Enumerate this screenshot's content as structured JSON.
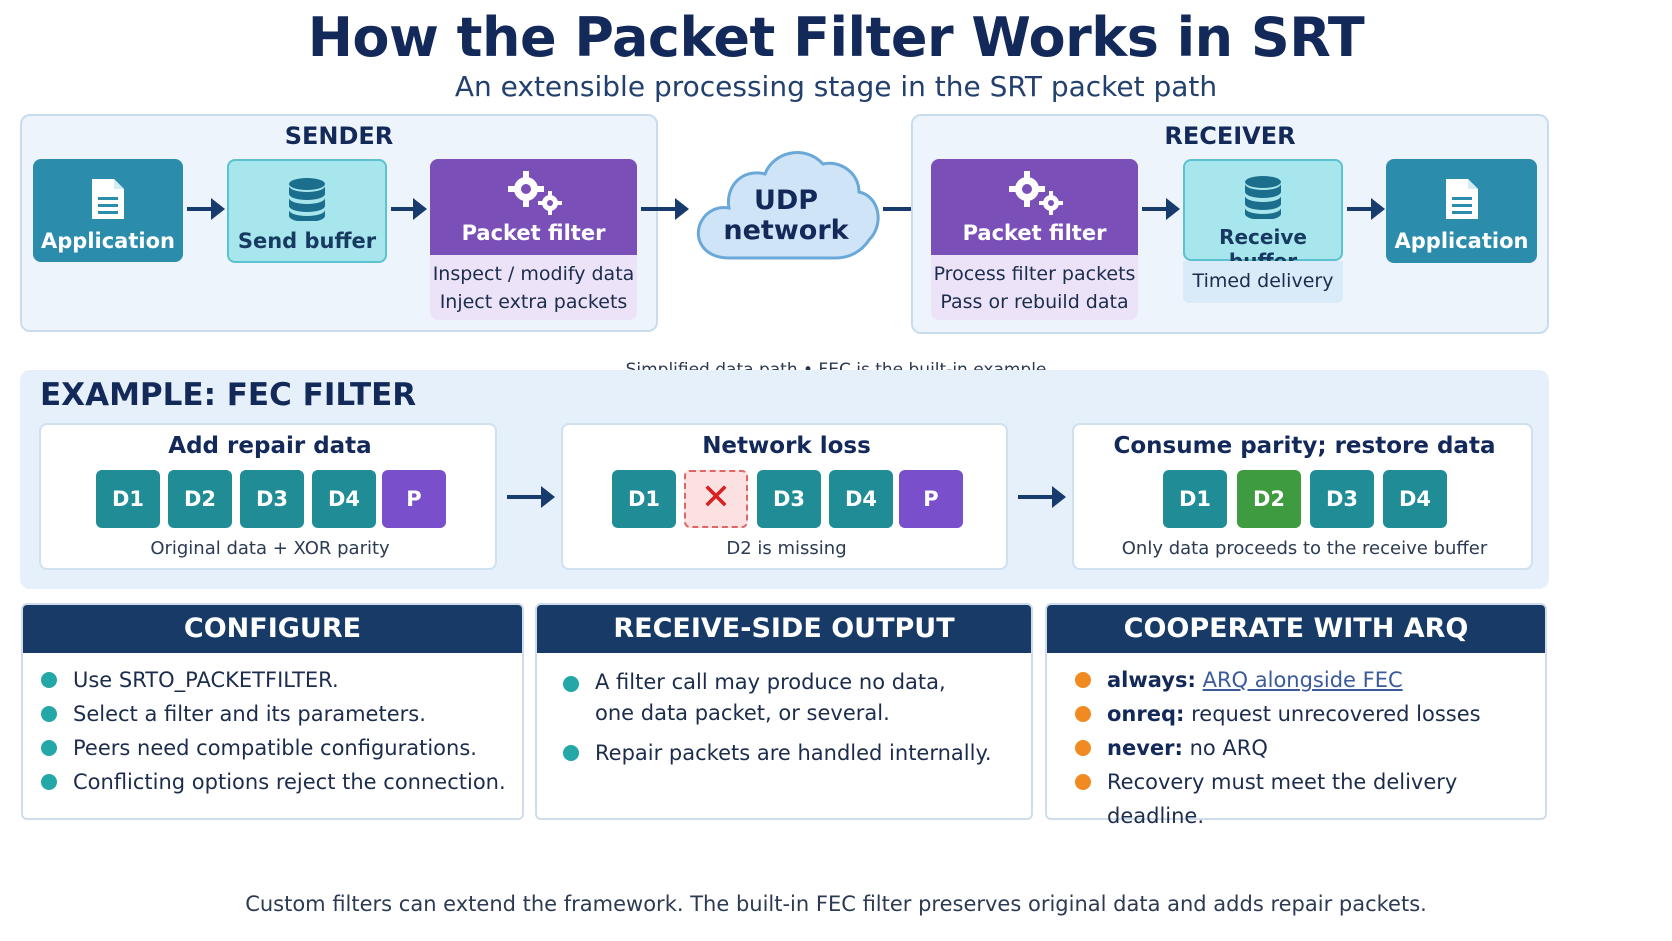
{
  "title": "How the Packet Filter Works in SRT",
  "subtitle": "An extensible processing stage in the SRT packet path",
  "sender": {
    "title": "SENDER",
    "application": "Application",
    "send_buffer": "Send buffer",
    "packet_filter": "Packet filter",
    "filter_line1": "Inspect / modify data",
    "filter_line2": "Inject extra packets"
  },
  "network": {
    "line1": "UDP",
    "line2": "network"
  },
  "receiver": {
    "title": "RECEIVER",
    "packet_filter": "Packet filter",
    "filter_line1": "Process filter packets",
    "filter_line2": "Pass or rebuild data",
    "receive_buffer": "Receive buffer",
    "buffer_sub": "Timed delivery",
    "application": "Application"
  },
  "caption": "Simplified data path • FEC is the built-in example",
  "example": {
    "title": "EXAMPLE: FEC FILTER",
    "cards": [
      {
        "title": "Add repair data",
        "packets": [
          "D1",
          "D2",
          "D3",
          "D4",
          "P"
        ],
        "caption": "Original data + XOR parity"
      },
      {
        "title": "Network loss",
        "packets": [
          "D1",
          "✕",
          "D3",
          "D4",
          "P"
        ],
        "caption": "D2 is missing"
      },
      {
        "title": "Consume parity; restore data",
        "packets": [
          "D1",
          "D2",
          "D3",
          "D4"
        ],
        "caption": "Only data proceeds to the receive buffer"
      }
    ]
  },
  "configure": {
    "title": "CONFIGURE",
    "items": [
      "Use SRTO_PACKETFILTER.",
      "Select a filter and its parameters.",
      "Peers need compatible configurations.",
      "Conflicting options reject the connection."
    ]
  },
  "receive_output": {
    "title": "RECEIVE-SIDE OUTPUT",
    "item1_line1": "A filter call may produce no data,",
    "item1_line2": "one data packet, or several.",
    "item2": "Repair packets are handled internally."
  },
  "arq": {
    "title": "COOPERATE WITH ARQ",
    "items": [
      {
        "kw": "always:",
        "text": "ARQ alongside FEC"
      },
      {
        "kw": "onreq:",
        "text": "request unrecovered losses"
      },
      {
        "kw": "never:",
        "text": "no ARQ"
      },
      {
        "kw": "",
        "text": "Recovery must meet the delivery deadline."
      }
    ]
  },
  "footer": "Custom filters can extend the framework. The built-in FEC filter preserves original data and adds repair packets.",
  "colors": {
    "navy": "#13295a",
    "teal_box": "#2b8cab",
    "buffer": "#a8e6ee",
    "filter_purple": "#7a4fb8",
    "packet_teal": "#1f8c96",
    "parity_purple": "#7a4fcb",
    "restored_green": "#3e9b3f",
    "bullet_teal": "#23a7a7",
    "bullet_orange": "#f08a21"
  }
}
